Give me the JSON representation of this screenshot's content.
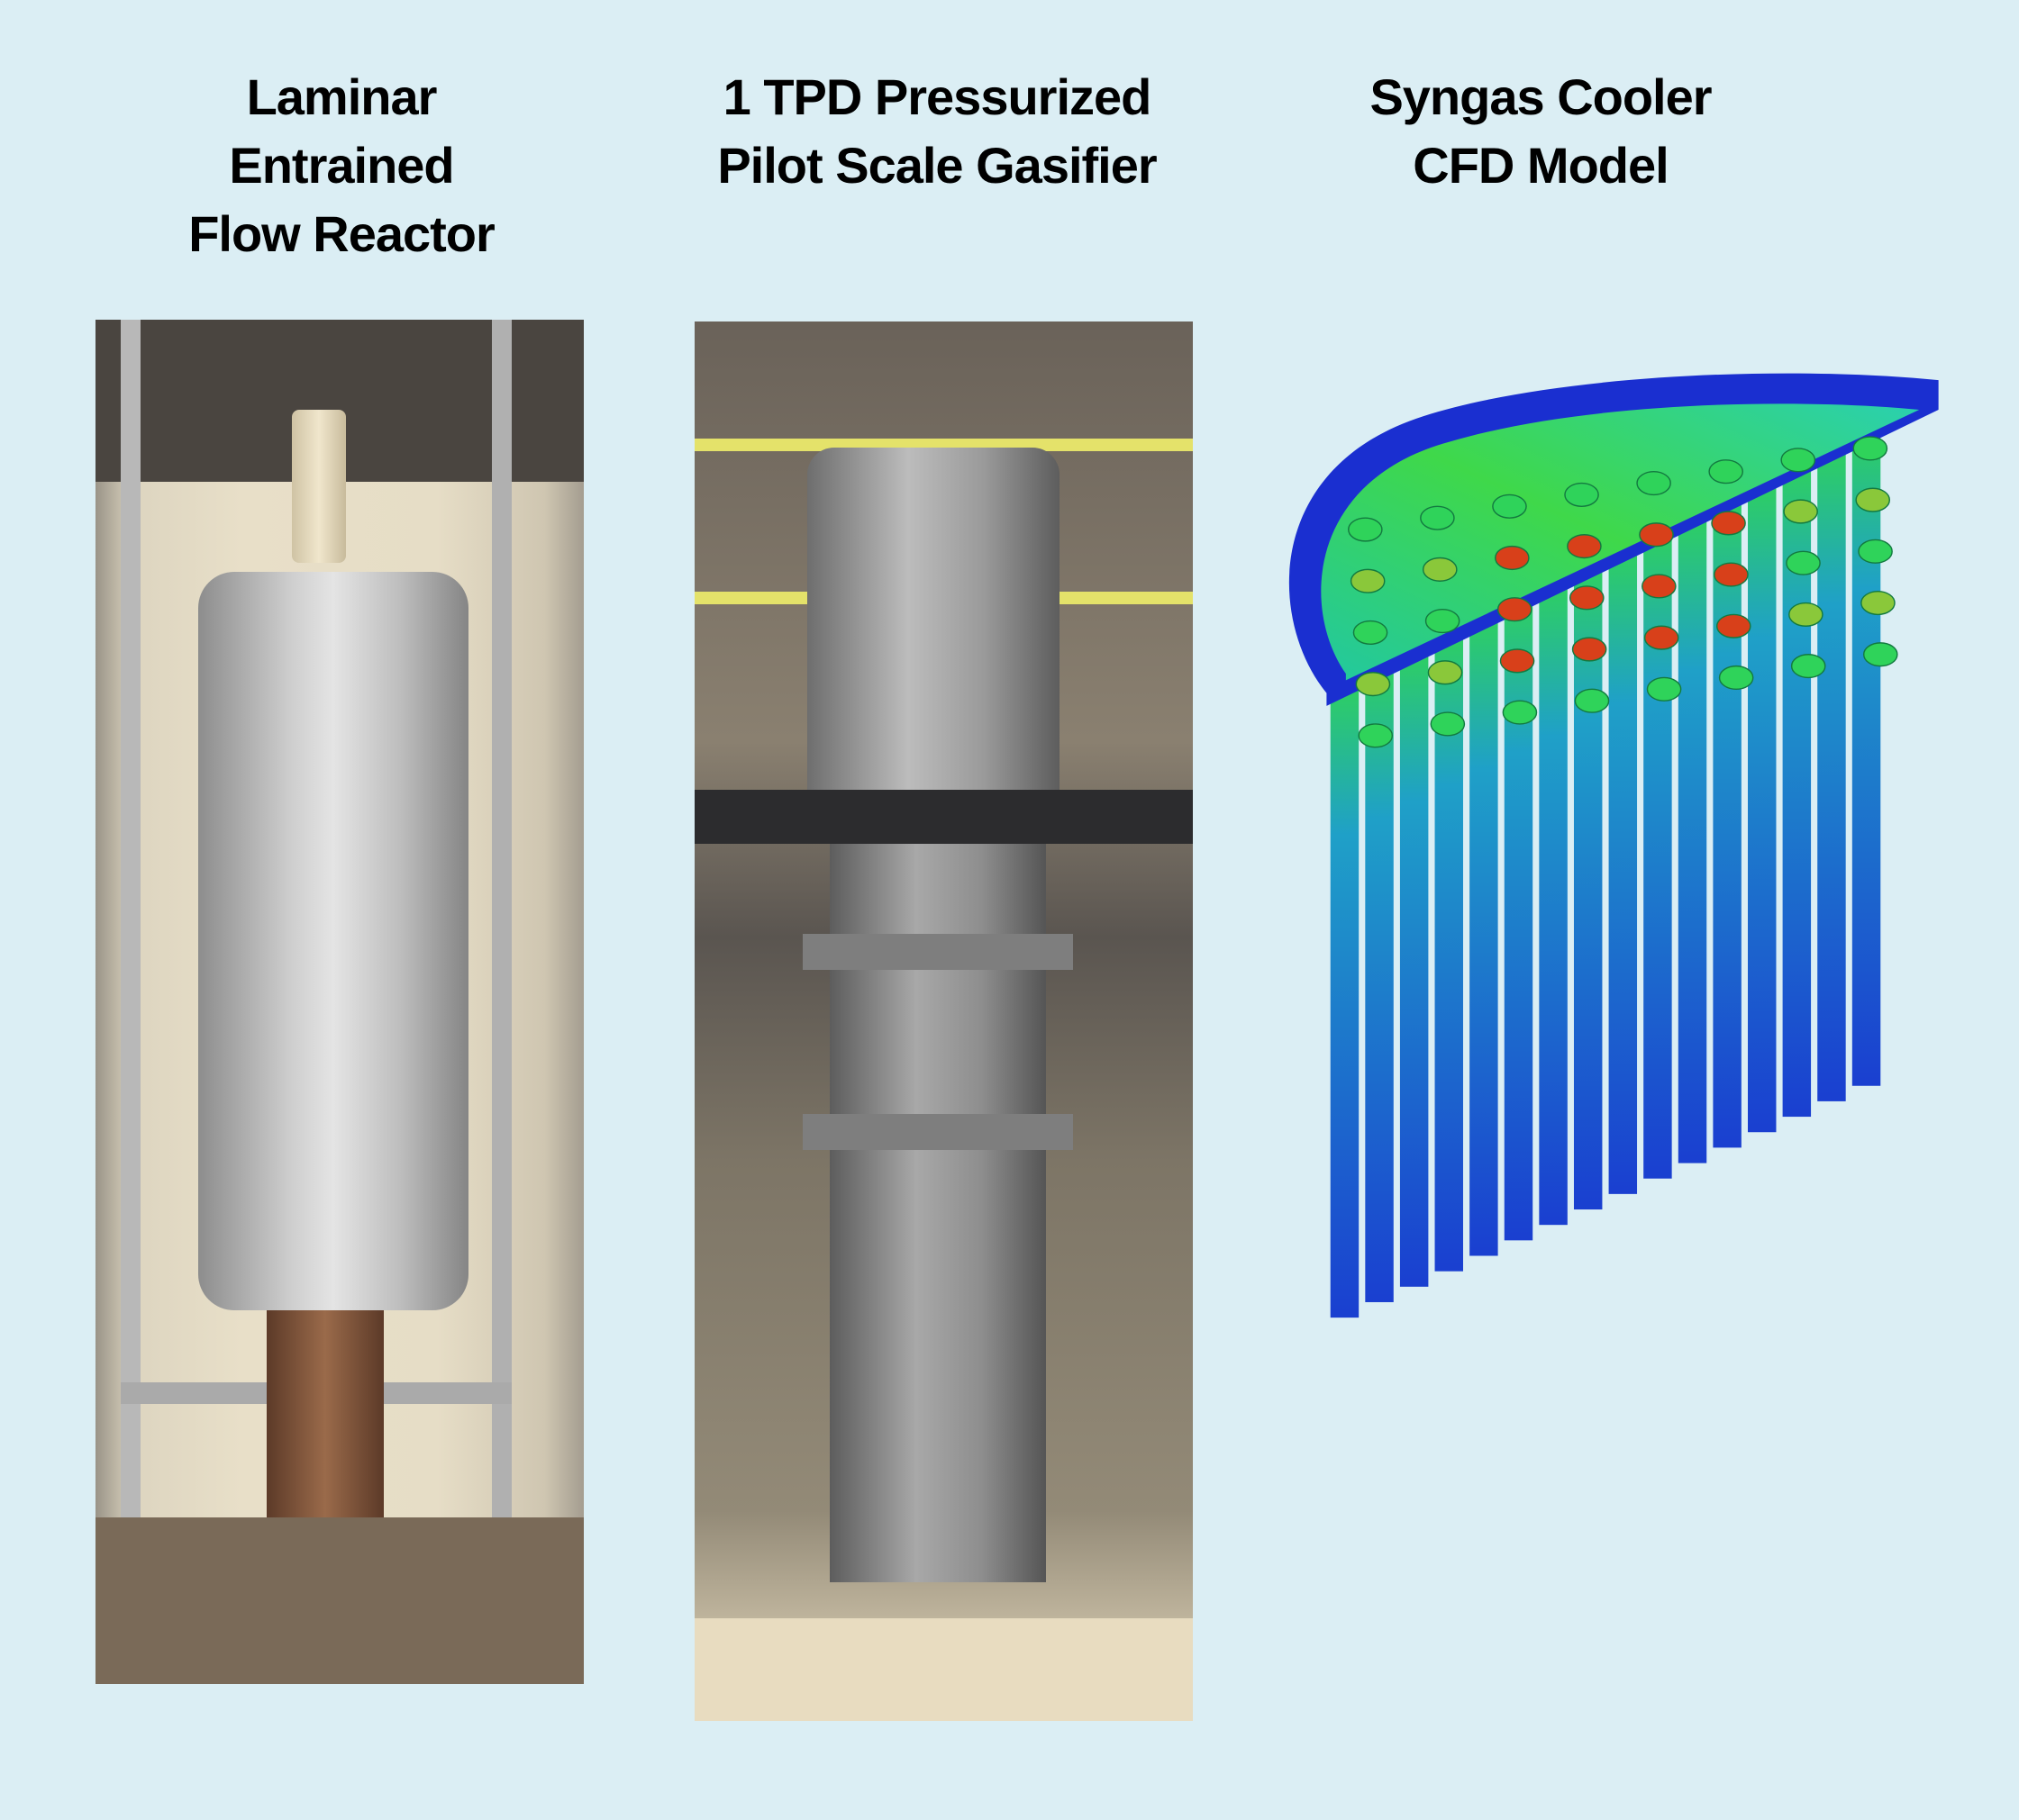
{
  "panels": [
    {
      "title_lines": [
        "Laminar",
        "Entrained",
        "Flow Reactor"
      ]
    },
    {
      "title_lines": [
        "1 TPD Pressurized",
        "Pilot Scale Gasifier"
      ]
    },
    {
      "title_lines": [
        "Syngas Cooler",
        "CFD Model"
      ]
    }
  ],
  "colors": {
    "background": "#dbeef4",
    "cfd_cold": "#1a3fd0",
    "cfd_mid": "#2fd35a",
    "cfd_hot": "#d8401a"
  }
}
